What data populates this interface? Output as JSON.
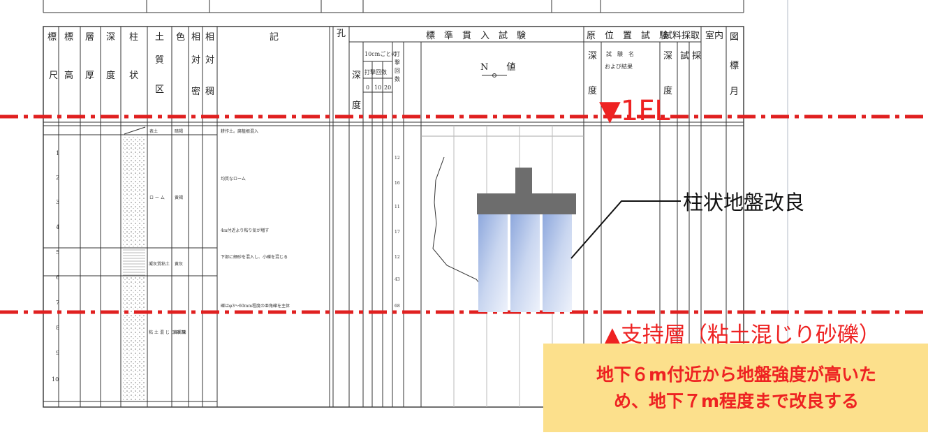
{
  "header_row": {
    "col_labels": [
      "標",
      "標",
      "層",
      "深",
      "柱",
      "土",
      "色",
      "相",
      "相",
      "記",
      "孔",
      "標　準　貫　入　試　験",
      "原　位　置　試　験",
      "試料採取",
      "室内試験",
      "図"
    ]
  },
  "annotations": {
    "fl_label": "▼1FL",
    "support_label": "▲支持層（粘土混じり砂礫）",
    "pile_label": "柱状地盤改良",
    "note_line1": "地下６m付近から地盤強度が高いた",
    "note_line2": "め、地下７m程度まで改良する"
  },
  "colors": {
    "dash_line": "#e02020",
    "annotation_text": "#ee2222",
    "note_bg": "#fce08c",
    "pile_cap": "#6d6d6d"
  },
  "depth_scale": [
    "1",
    "2",
    "3",
    "4",
    "5",
    "6",
    "7",
    "8",
    "9",
    "10"
  ],
  "soil_layers": [
    {
      "name": "表土",
      "color": "暗褐"
    },
    {
      "name": "ロ ー ム",
      "color": "黄褐"
    },
    {
      "name": "凝灰質粘土",
      "color": "黄灰"
    },
    {
      "name": "粘 土 混 じ り 砂 礫",
      "color": "黄褐灰"
    }
  ],
  "descriptions": [
    "耕作土。腐植根混入",
    "均質なローム",
    "4m付近より粘り気が増す",
    "下部に細砂を混入し、小礫を混じる",
    "礫はφ3〜60mm程度の亜角礫を主体"
  ],
  "n_values": [
    "12",
    "16",
    "11",
    "17",
    "12",
    "43",
    "68"
  ]
}
